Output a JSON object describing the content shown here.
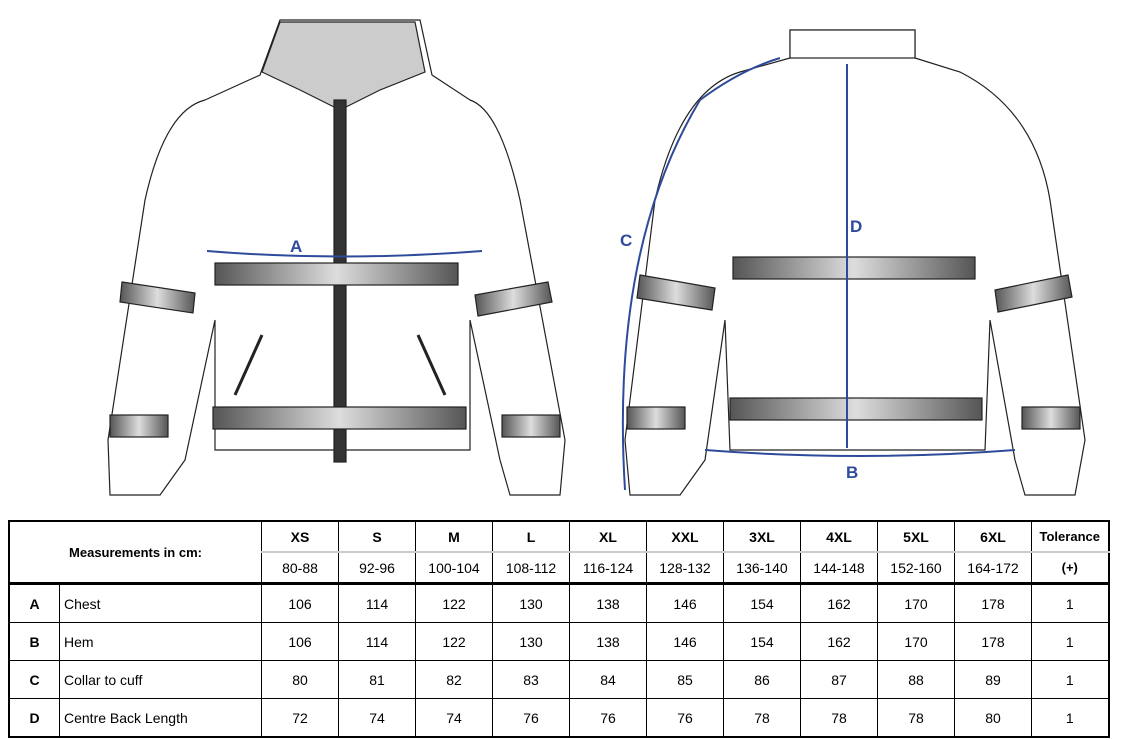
{
  "diagram": {
    "labels": {
      "A": "A",
      "B": "B",
      "C": "C",
      "D": "D"
    },
    "measure_color": "#2E4A9A",
    "reflective_color": "#6b6b6b"
  },
  "table": {
    "title": "Measurements in cm:",
    "sizes": [
      "XS",
      "S",
      "M",
      "L",
      "XL",
      "XXL",
      "3XL",
      "4XL",
      "5XL",
      "6XL"
    ],
    "ranges": [
      "80-88",
      "92-96",
      "100-104",
      "108-112",
      "116-124",
      "128-132",
      "136-140",
      "144-148",
      "152-160",
      "164-172"
    ],
    "tolerance_header": "Tolerance",
    "tolerance_sub": "(+)",
    "rows": [
      {
        "letter": "A",
        "name": "Chest",
        "values": [
          "106",
          "114",
          "122",
          "130",
          "138",
          "146",
          "154",
          "162",
          "170",
          "178"
        ],
        "tolerance": "1"
      },
      {
        "letter": "B",
        "name": "Hem",
        "values": [
          "106",
          "114",
          "122",
          "130",
          "138",
          "146",
          "154",
          "162",
          "170",
          "178"
        ],
        "tolerance": "1"
      },
      {
        "letter": "C",
        "name": "Collar to cuff",
        "values": [
          "80",
          "81",
          "82",
          "83",
          "84",
          "85",
          "86",
          "87",
          "88",
          "89"
        ],
        "tolerance": "1"
      },
      {
        "letter": "D",
        "name": "Centre Back Length",
        "values": [
          "72",
          "74",
          "74",
          "76",
          "76",
          "76",
          "78",
          "78",
          "78",
          "80"
        ],
        "tolerance": "1"
      }
    ]
  }
}
